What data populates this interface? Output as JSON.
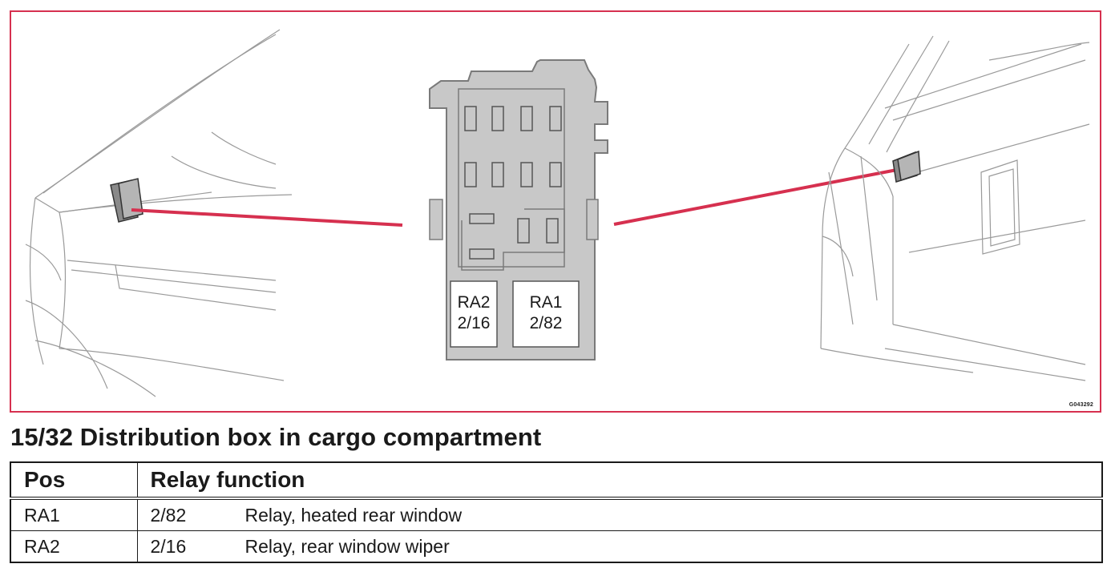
{
  "figure": {
    "reference_code": "G043292",
    "relay_box": {
      "ra2_name": "RA2",
      "ra2_code": "2/16",
      "ra1_name": "RA1",
      "ra1_code": "2/82"
    },
    "colors": {
      "frame": "#d6304f",
      "pointer_line": "#d6304f",
      "box_fill": "#c8c8c8",
      "outline": "#7a7a7a"
    }
  },
  "title": "15/32 Distribution box in cargo compartment",
  "table": {
    "headers": [
      "Pos",
      "Relay function"
    ],
    "rows": [
      {
        "pos": "RA1",
        "code": "2/82",
        "function": "Relay, heated rear window"
      },
      {
        "pos": "RA2",
        "code": "2/16",
        "function": "Relay, rear window wiper"
      }
    ]
  }
}
